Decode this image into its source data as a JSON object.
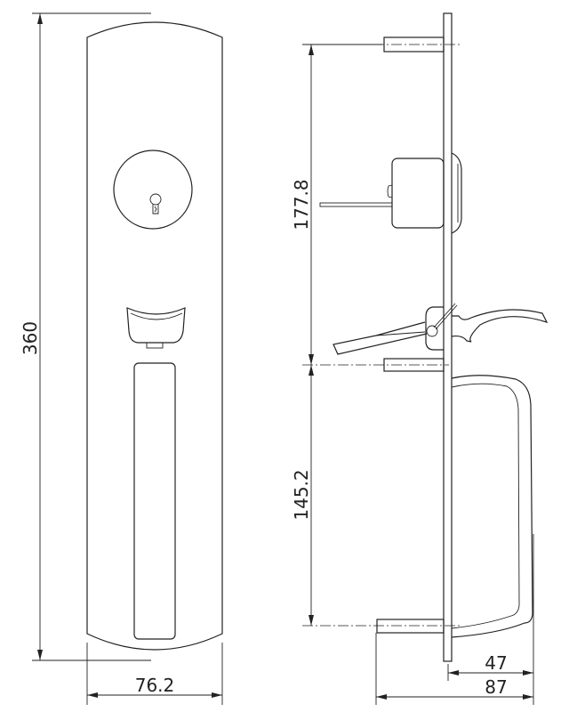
{
  "dimensions": {
    "overall_height": "360",
    "plate_width": "76.2",
    "lock_to_lever_spacing": "177.8",
    "pull_handle_spacing": "145.2",
    "handle_projection": "47",
    "overall_depth": "87"
  },
  "line_color": "#222222",
  "background_color": "#ffffff"
}
